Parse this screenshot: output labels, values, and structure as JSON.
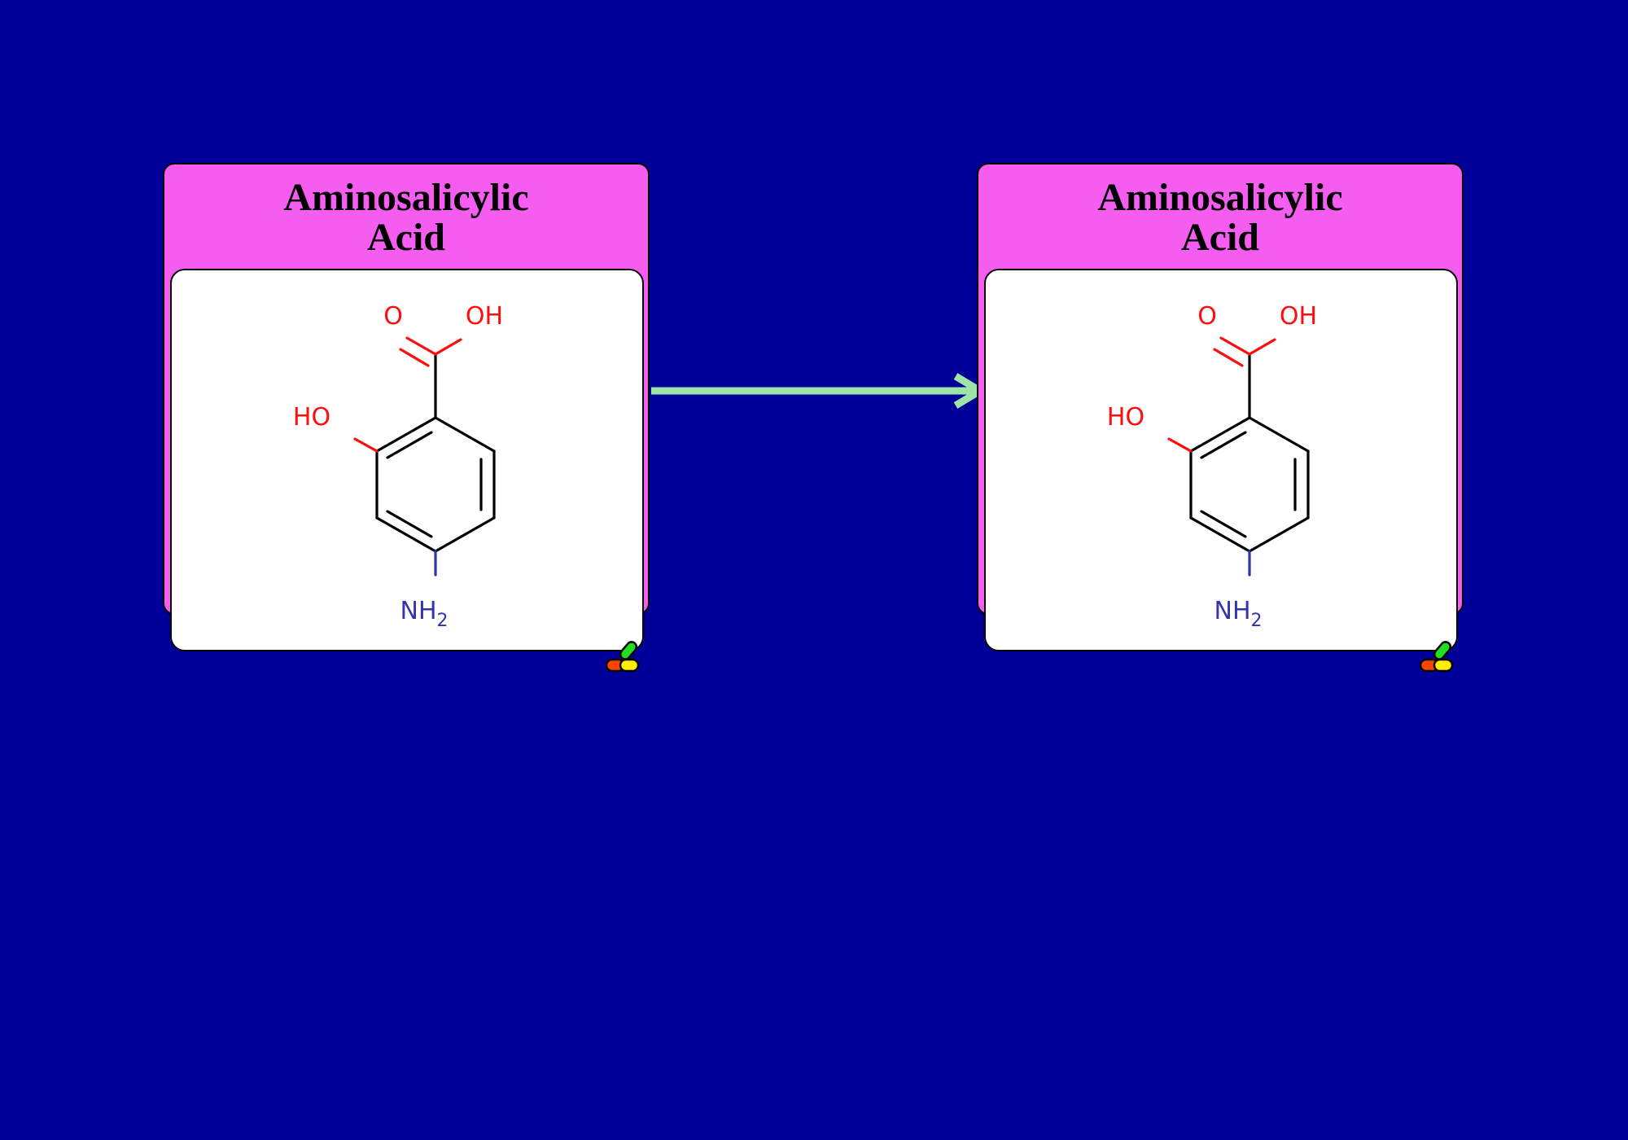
{
  "nodes": [
    {
      "title_line1": "Aminosalicylic",
      "title_line2": "Acid",
      "atoms": {
        "o_carbonyl": "O",
        "oh_acid": "OH",
        "ho_phenol": "HO",
        "nh": "NH",
        "nh_sub": "2"
      },
      "icon": "pill-icon"
    },
    {
      "title_line1": "Aminosalicylic",
      "title_line2": "Acid",
      "atoms": {
        "o_carbonyl": "O",
        "oh_acid": "OH",
        "ho_phenol": "HO",
        "nh": "NH",
        "nh_sub": "2"
      },
      "icon": "pill-icon"
    }
  ],
  "edge": {
    "from": 0,
    "to": 1,
    "color": "#9de4a8"
  },
  "colors": {
    "background": "#000099",
    "node_header": "#f55cf0",
    "oxygen": "#ff0d0d",
    "nitrogen": "#3333aa",
    "bond": "#000000"
  }
}
